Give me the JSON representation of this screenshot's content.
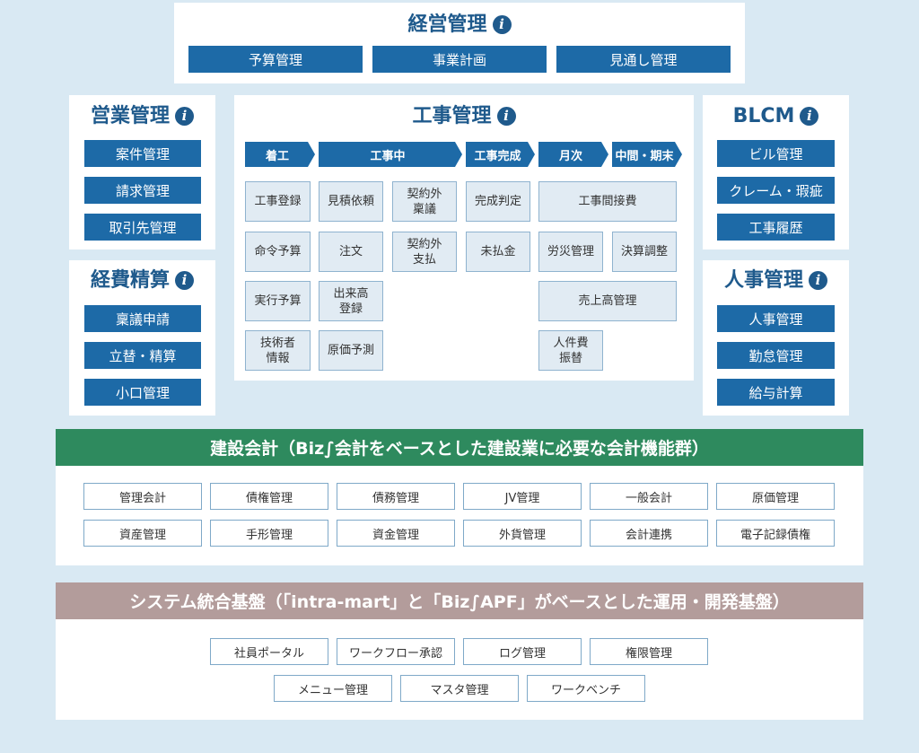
{
  "top": {
    "title": "経営管理",
    "buttons": [
      "予算管理",
      "事業計画",
      "見通し管理"
    ]
  },
  "left": {
    "sales": {
      "title": "営業管理",
      "buttons": [
        "案件管理",
        "請求管理",
        "取引先管理"
      ]
    },
    "expense": {
      "title": "経費精算",
      "buttons": [
        "稟議申請",
        "立替・精算",
        "小口管理"
      ]
    }
  },
  "center": {
    "title": "工事管理",
    "phases": [
      "着工",
      "工事中",
      "工事完成",
      "月次",
      "中間・期末"
    ],
    "cells": {
      "c1": "工事登録",
      "c2": "見積依頼",
      "c3": "契約外\n稟議",
      "c4": "完成判定",
      "c5": "工事間接費",
      "c6": "命令予算",
      "c7": "注文",
      "c8": "契約外\n支払",
      "c9": "未払金",
      "c10": "労災管理",
      "c11": "決算調整",
      "c12": "実行予算",
      "c13": "出来高\n登録",
      "c14": "売上高管理",
      "c15": "技術者\n情報",
      "c16": "原価予測",
      "c17": "人件費\n振替"
    }
  },
  "right": {
    "blcm": {
      "title": "BLCM",
      "buttons": [
        "ビル管理",
        "クレーム・瑕疵",
        "工事履歴"
      ]
    },
    "hr": {
      "title": "人事管理",
      "buttons": [
        "人事管理",
        "勤怠管理",
        "給与計算"
      ]
    }
  },
  "accounting": {
    "banner": "建設会計（Biz∫会計をベースとした建設業に必要な会計機能群）",
    "color": "#2e8a5e",
    "row1": [
      "管理会計",
      "債権管理",
      "債務管理",
      "JV管理",
      "一般会計",
      "原価管理"
    ],
    "row2": [
      "資産管理",
      "手形管理",
      "資金管理",
      "外貨管理",
      "会計連携",
      "電子記録債権"
    ]
  },
  "system": {
    "banner": "システム統合基盤（「intra-mart」と「Biz∫APF」がベースとした運用・開発基盤）",
    "color": "#b39c9b",
    "row1": [
      "社員ポータル",
      "ワークフロー承認",
      "ログ管理",
      "権限管理"
    ],
    "row2": [
      "メニュー管理",
      "マスタ管理",
      "ワークベンチ"
    ]
  },
  "colors": {
    "background": "#d9e9f3",
    "primary": "#1d6aa7",
    "heading": "#1f5a8c"
  },
  "icons": {
    "info": "info-icon"
  }
}
